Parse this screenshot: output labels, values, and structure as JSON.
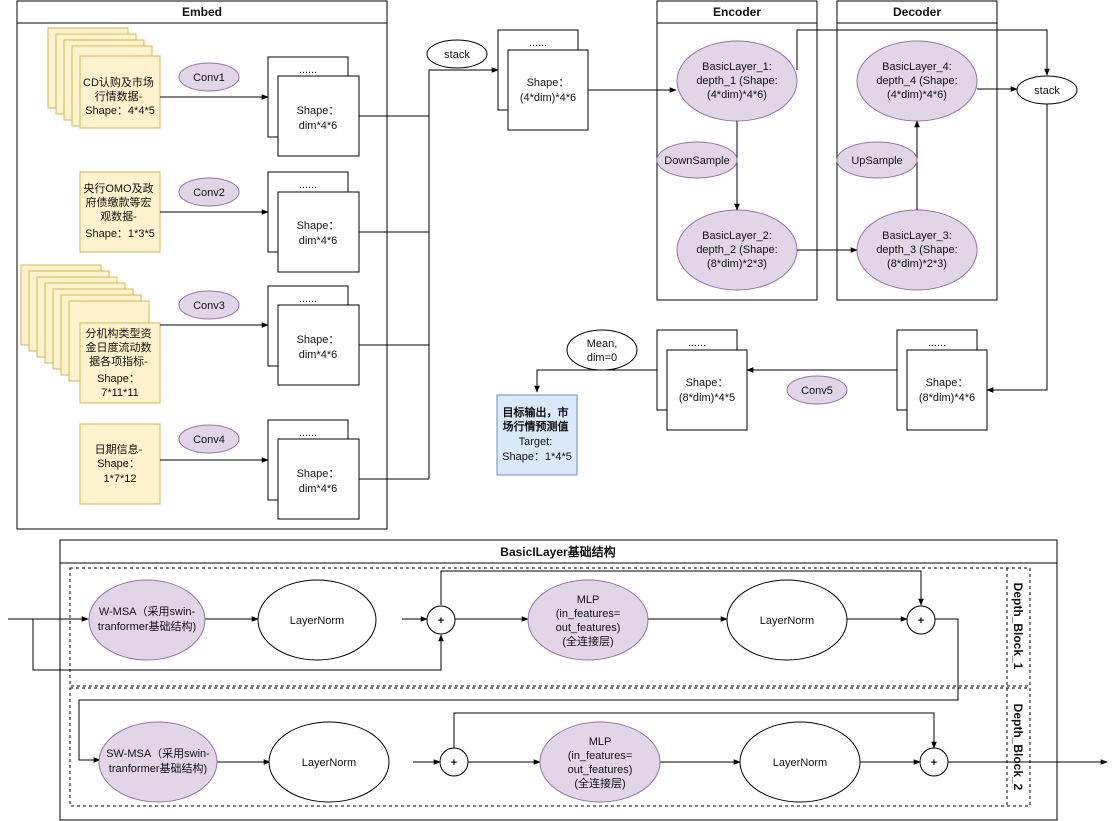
{
  "panels": {
    "embed": "Embed",
    "encoder": "Encoder",
    "decoder": "Decoder",
    "basic_layer": "BasicILayer基础结构"
  },
  "inputs": [
    {
      "lines": [
        "CD认购及市场",
        "行情数据-",
        "Shape：4*4*5"
      ]
    },
    {
      "lines": [
        "央行OMO及政",
        "府债缴款等宏",
        "观数据-",
        "Shape：1*3*5"
      ]
    },
    {
      "lines": [
        "分机构类型资",
        "金日度流动数",
        "据各项指标-",
        "Shape：",
        "7*11*11"
      ]
    },
    {
      "lines": [
        "日期信息-",
        "Shape：",
        "1*7*12"
      ]
    }
  ],
  "convs": [
    "Conv1",
    "Conv2",
    "Conv3",
    "Conv4",
    "Conv5"
  ],
  "dots": "......",
  "embed_shape": [
    "Shape：",
    "dim*4*6"
  ],
  "stack": "stack",
  "stacked_shape": [
    "Shape：",
    "(4*dim)*4*6"
  ],
  "layers": {
    "bl1": [
      "BasicLayer_1:",
      "depth_1 (Shape:",
      "(4*dim)*4*6)"
    ],
    "bl2": [
      "BasicLayer_2:",
      "depth_2 (Shape:",
      "(8*dim)*2*3)"
    ],
    "bl3": [
      "BasicLayer_3:",
      "depth_3 (Shape:",
      "(8*dim)*2*3)"
    ],
    "bl4": [
      "BasicLayer_4:",
      "depth_4 (Shape:",
      "(4*dim)*4*6)"
    ]
  },
  "downsample": "DownSample",
  "upsample": "UpSample",
  "dec_shape": [
    "Shape：",
    "(8*dim)*4*6"
  ],
  "conv5_shape": [
    "Shape：",
    "(8*dim)*4*5"
  ],
  "mean": [
    "Mean,",
    "dim=0"
  ],
  "target": [
    "目标输出，市",
    "场行情预测值",
    "Target:",
    "Shape：1*4*5"
  ],
  "blocks": {
    "wmsa": [
      "W-MSA（采用swin-",
      "tranformer基础结构)"
    ],
    "swmsa": [
      "SW-MSA（采用swin-",
      "tranformer基础结构)"
    ],
    "layernorm": "LayerNorm",
    "mlp": [
      "MLP",
      "(in_features=",
      "out_features)",
      "(全连接层)"
    ],
    "plus": "+",
    "depth1": "Depth_Block_1",
    "depth2": "Depth_Block_2"
  }
}
